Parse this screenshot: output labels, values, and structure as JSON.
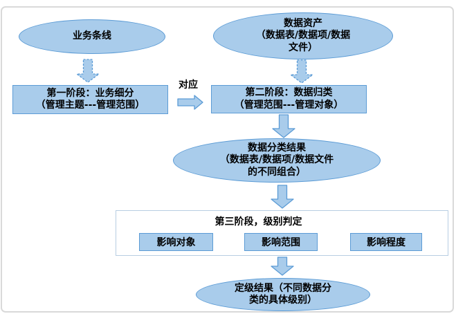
{
  "diagram": {
    "nodes": {
      "business_line": {
        "label": "业务条线"
      },
      "data_asset": {
        "label": "数据资产\n（数据表/数据项/数据\n文件）"
      },
      "stage1": {
        "label": "第一阶段：业务细分\n（管理主题---管理范围）"
      },
      "stage2": {
        "label": "第二阶段：数据归类\n（管理范围---管理对象）"
      },
      "mapping_label": "对应",
      "classification_result": {
        "label": "数据分类结果\n（数据表/数据项/数据文件\n的不同组合）"
      },
      "stage3": {
        "title": "第三阶段，级别判定",
        "factors": [
          "影响对象",
          "影响范围",
          "影响程度"
        ]
      },
      "grading_result": {
        "label": "定级结果（不同数据分\n类的具体级别）"
      }
    },
    "arrows": [
      {
        "name": "business-to-stage1",
        "style": "dashed-down"
      },
      {
        "name": "asset-to-stage2",
        "style": "dashed-down"
      },
      {
        "name": "stage1-to-stage2",
        "style": "solid-right"
      },
      {
        "name": "stage2-to-classification",
        "style": "solid-down"
      },
      {
        "name": "classification-to-stage3",
        "style": "solid-down"
      },
      {
        "name": "stage3-to-grading",
        "style": "solid-down"
      }
    ],
    "colors": {
      "shape_fill": "#A9CCEB",
      "shape_border": "#5B9BD5",
      "stage3_border": "#B7CDE2",
      "frame_border": "#D9D9D9",
      "text": "#000000"
    }
  }
}
